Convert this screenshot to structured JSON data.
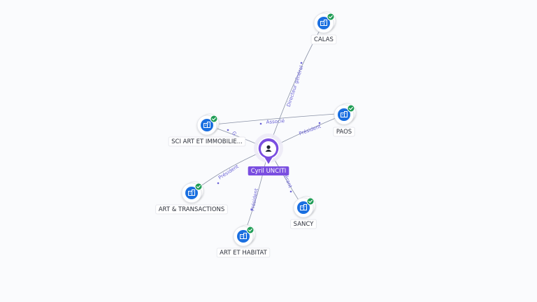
{
  "graph": {
    "center": {
      "name": "Cyril UNCITI",
      "icon": "person-icon"
    },
    "companies": [
      {
        "key": "calas",
        "name": "CALAS",
        "verified": true,
        "icon": "company-building-icon"
      },
      {
        "key": "paos",
        "name": "PAOS",
        "verified": true,
        "icon": "company-building-icon"
      },
      {
        "key": "sci",
        "name": "SCI ART ET IMMOBILIE...",
        "verified": true,
        "icon": "company-building-icon"
      },
      {
        "key": "arttrans",
        "name": "ART & TRANSACTIONS",
        "verified": true,
        "icon": "company-building-icon"
      },
      {
        "key": "sancy",
        "name": "SANCY",
        "verified": true,
        "icon": "company-building-icon"
      },
      {
        "key": "arthab",
        "name": "ART ET HABITAT",
        "verified": true,
        "icon": "company-building-icon"
      }
    ],
    "relations": [
      {
        "to": "calas",
        "label": "Directeur général"
      },
      {
        "to": "paos",
        "label": "Président"
      },
      {
        "to": "sci",
        "label": "G"
      },
      {
        "to": "arttrans",
        "label": "Président"
      },
      {
        "to": "sancy",
        "label": "Gérant"
      },
      {
        "to": "arthab",
        "label": "Président"
      }
    ],
    "cross_relations": [
      {
        "from": "sci",
        "to": "paos",
        "label": "Associé"
      }
    ],
    "colors": {
      "company_blue": "#1a6fe0",
      "verified_green": "#1f9d55",
      "person_purple": "#7a4ee0",
      "edge": "#8a92a6",
      "edge_label": "#6b63d6"
    }
  }
}
